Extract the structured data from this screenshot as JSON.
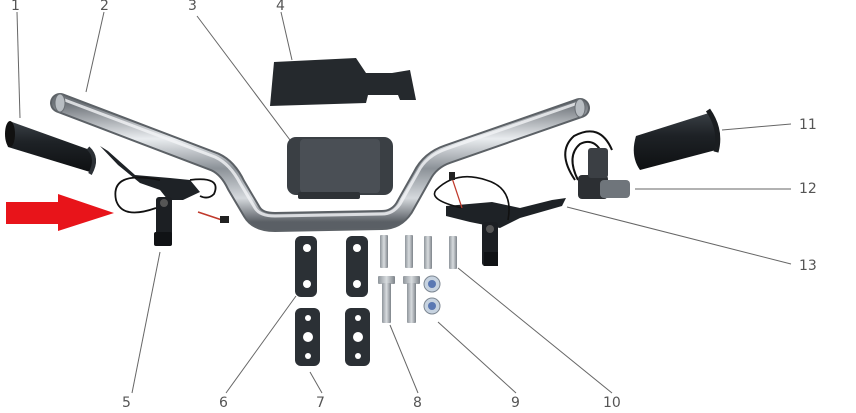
{
  "diagram": {
    "type": "exploded-parts-diagram",
    "subject": "handlebar assembly",
    "highlight_arrow_color": "#e8141a",
    "highlight_target": "5",
    "callouts": [
      {
        "id": "1",
        "label": "1",
        "part": "left grip"
      },
      {
        "id": "2",
        "label": "2",
        "part": "handlebar"
      },
      {
        "id": "3",
        "label": "3",
        "part": "handlebar pad"
      },
      {
        "id": "4",
        "label": "4",
        "part": "pad cover"
      },
      {
        "id": "5",
        "label": "5",
        "part": "left brake lever"
      },
      {
        "id": "6",
        "label": "6",
        "part": "upper clamp"
      },
      {
        "id": "7",
        "label": "7",
        "part": "lower clamp"
      },
      {
        "id": "8",
        "label": "8",
        "part": "bolt"
      },
      {
        "id": "9",
        "label": "9",
        "part": "lock nut"
      },
      {
        "id": "10",
        "label": "10",
        "part": "clamp bolt"
      },
      {
        "id": "11",
        "label": "11",
        "part": "right grip"
      },
      {
        "id": "12",
        "label": "12",
        "part": "throttle"
      },
      {
        "id": "13",
        "label": "13",
        "part": "right brake lever"
      }
    ]
  }
}
